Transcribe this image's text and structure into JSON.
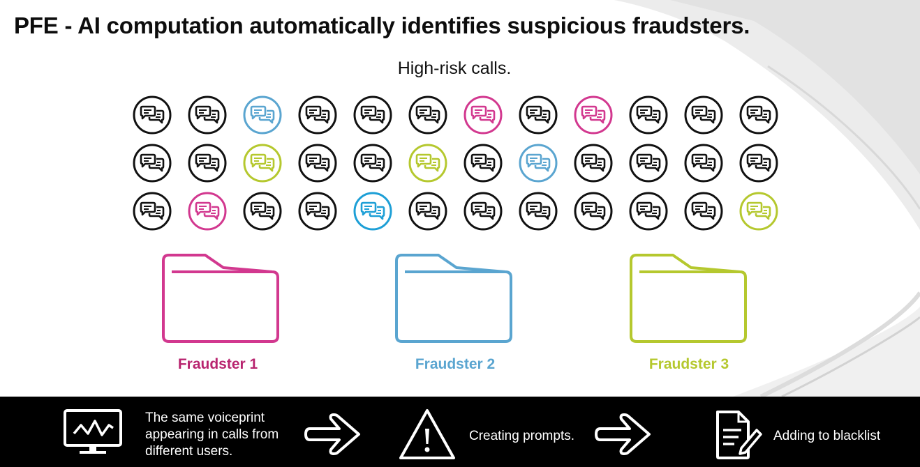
{
  "title": "PFE - AI computation automatically identifies suspicious fraudsters.",
  "subtitle": "High-risk calls.",
  "colors": {
    "black": "#111111",
    "magenta": "#d2388f",
    "blue": "#5aa5d0",
    "cyan": "#1d9fd6",
    "green": "#b5c82e"
  },
  "call_grid": {
    "icon": "chat-bubbles-icon",
    "rows": [
      [
        "black",
        "black",
        "blue",
        "black",
        "black",
        "black",
        "magenta",
        "black",
        "magenta",
        "black",
        "black",
        "black"
      ],
      [
        "black",
        "black",
        "green",
        "black",
        "black",
        "green",
        "black",
        "blue",
        "black",
        "black",
        "black",
        "black"
      ],
      [
        "black",
        "magenta",
        "black",
        "black",
        "cyan",
        "black",
        "black",
        "black",
        "black",
        "black",
        "black",
        "green"
      ]
    ]
  },
  "fraudsters": [
    {
      "label": "Fraudster 1",
      "color": "#d2388f",
      "label_color": "#b8246f"
    },
    {
      "label": "Fraudster 2",
      "color": "#5aa5d0",
      "label_color": "#5aa5d0"
    },
    {
      "label": "Fraudster 3",
      "color": "#b5c82e",
      "label_color": "#b5c82e"
    }
  ],
  "process": {
    "step1": {
      "icon": "monitor-waveform-icon",
      "lines": [
        "The same voiceprint",
        "appearing in calls from",
        "different users."
      ]
    },
    "step2": {
      "icon": "warning-triangle-icon",
      "text": "Creating prompts."
    },
    "step3": {
      "icon": "document-pen-icon",
      "text": "Adding to blacklist"
    },
    "arrow_icon": "right-arrow-icon"
  }
}
